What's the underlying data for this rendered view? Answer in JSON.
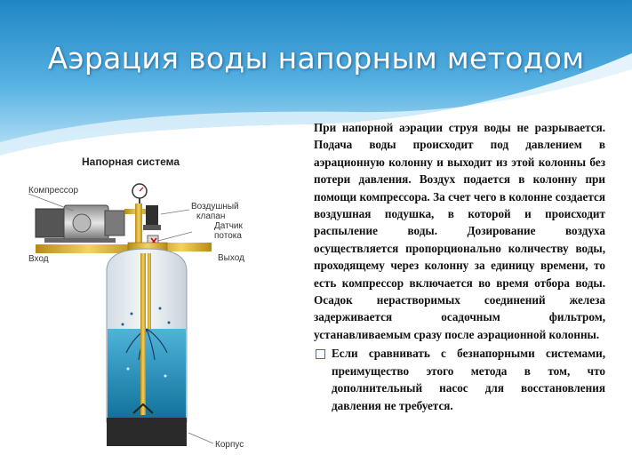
{
  "slide": {
    "title": "Аэрация воды напорным методом"
  },
  "diagram": {
    "title": "Напорная система",
    "labels": {
      "compressor": "Компрессор",
      "air_valve_line1": "Воздушный",
      "air_valve_line2": "клапан",
      "flow_sensor_line1": "Датчик",
      "flow_sensor_line2": "потока",
      "inlet": "Вход",
      "outlet": "Выход",
      "body": "Корпус"
    }
  },
  "text": {
    "paragraph": "При напорной аэрации струя воды не разрывается. Подача воды происходит под давлением в аэрационную колонну и выходит из этой колонны без потери давления. Воздух подается в колонну при помощи компрессора. За счет чего в колонне создается воздушная подушка, в которой и происходит распыление воды. Дозирование воздуха осуществляется пропорционально количеству воды, проходящему через колонну за единицу времени, то есть компрессор включается во время отбора воды. Осадок нерастворимых соединений железа задерживается осадочным фильтром, устанавливаемым сразу после аэрационной колонны.",
    "bullet": "Если сравнивать с безнапорными системами, преимущество этого метода в том, что дополнительный насос для восстановления давления не требуется."
  }
}
